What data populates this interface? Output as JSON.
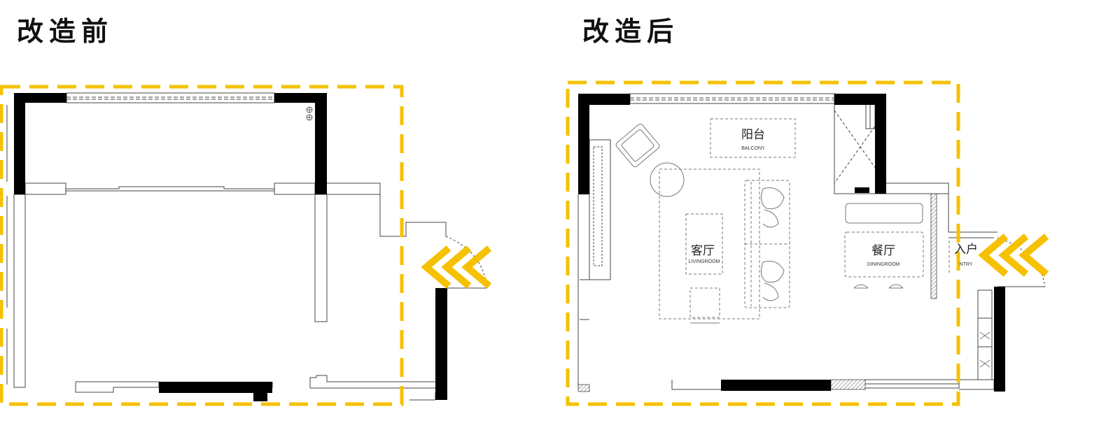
{
  "titles": {
    "before": "改造前",
    "after": "改造后"
  },
  "rooms": {
    "balcony": {
      "zh": "阳台",
      "en": "BALCONY"
    },
    "living": {
      "zh": "客厅",
      "en": "LIVINGROOM"
    },
    "dining": {
      "zh": "餐厅",
      "en": "DININGROOM"
    },
    "entry": {
      "zh": "入户",
      "en": "NTRY"
    }
  },
  "colors": {
    "dash_outline": "#F5C100",
    "entry_arrow": "#F5C100",
    "wall": "#000000",
    "line": "#444444",
    "furniture": "#777777"
  },
  "icons": {
    "entry_arrow": "triple-chevron-left-icon"
  }
}
